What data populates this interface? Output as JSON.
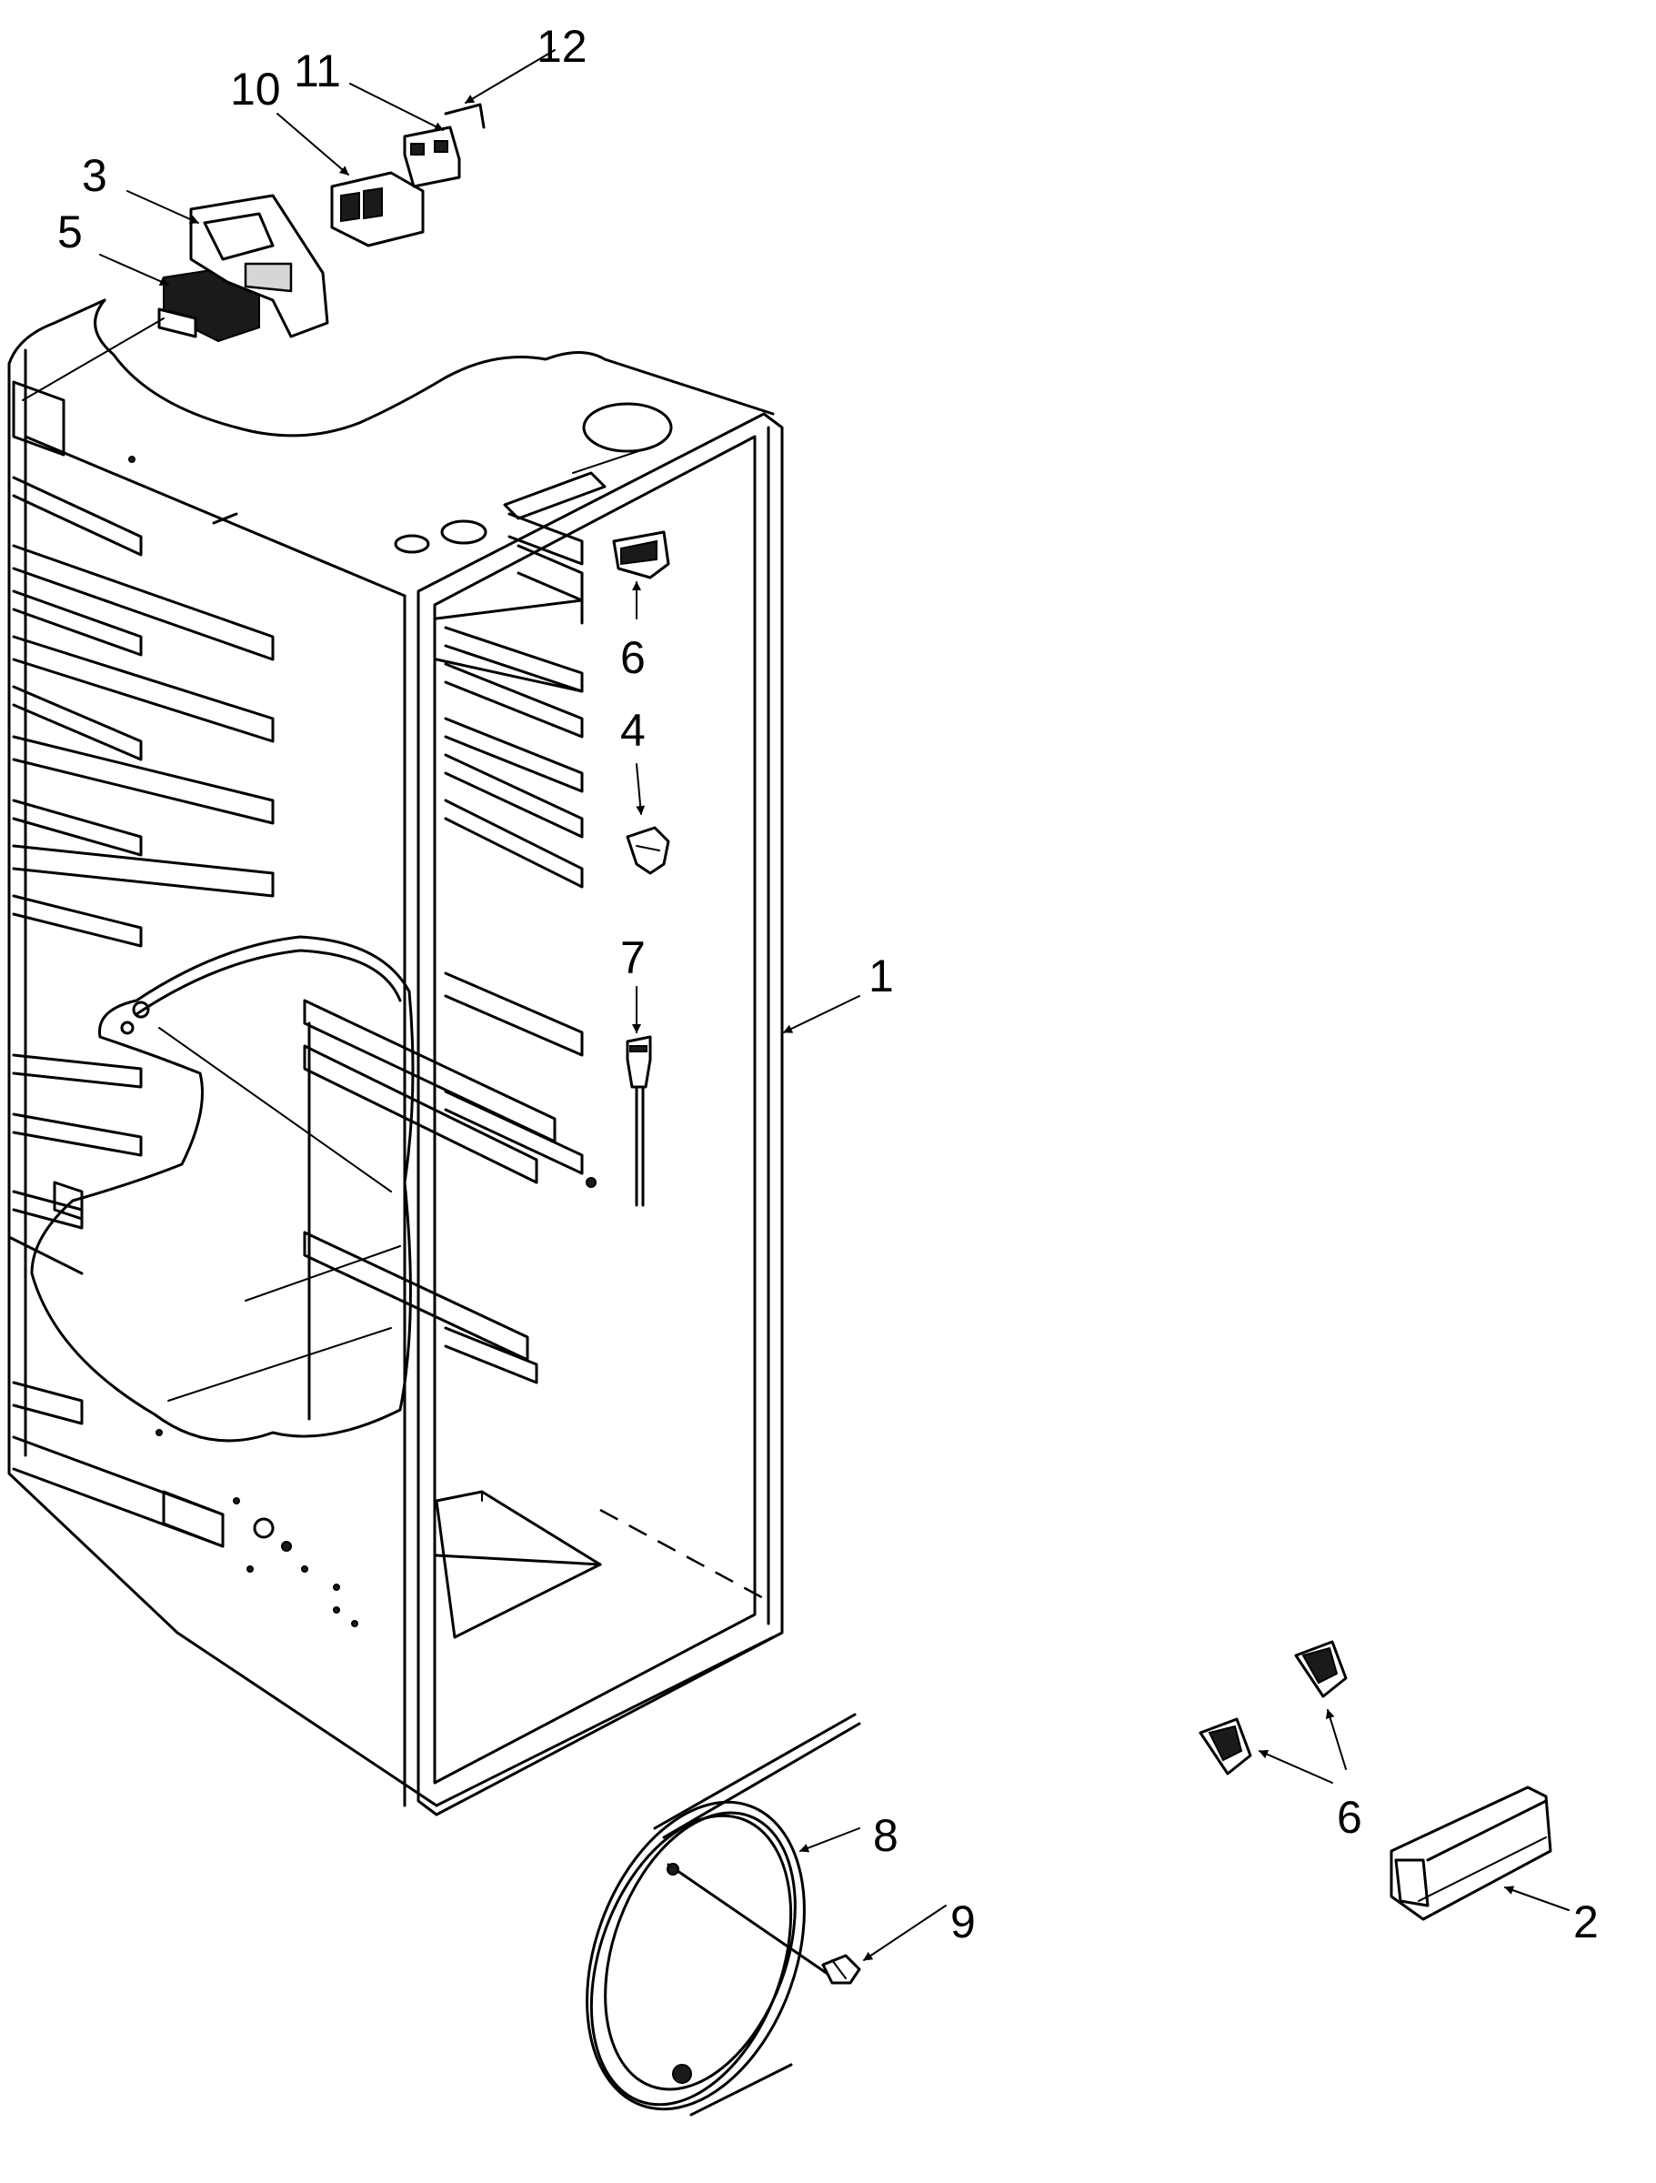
{
  "parts": [
    {
      "id": "1",
      "label": "1"
    },
    {
      "id": "2",
      "label": "2"
    },
    {
      "id": "3",
      "label": "3"
    },
    {
      "id": "4",
      "label": "4"
    },
    {
      "id": "5",
      "label": "5"
    },
    {
      "id": "6a",
      "label": "6"
    },
    {
      "id": "6b",
      "label": "6"
    },
    {
      "id": "7",
      "label": "7"
    },
    {
      "id": "8",
      "label": "8"
    },
    {
      "id": "9",
      "label": "9"
    },
    {
      "id": "10",
      "label": "10"
    },
    {
      "id": "11",
      "label": "11"
    },
    {
      "id": "12",
      "label": "12"
    }
  ]
}
